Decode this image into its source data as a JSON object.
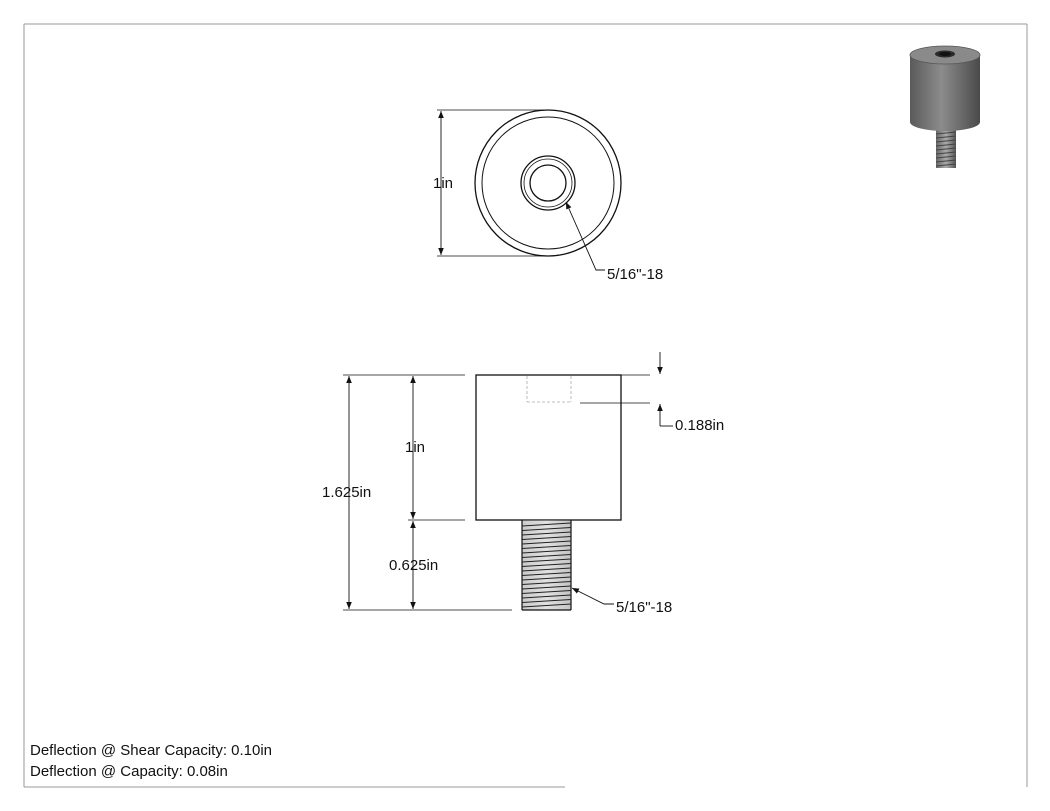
{
  "top_view": {
    "height_dim": "1in",
    "hole_callout": "5/16\"-18"
  },
  "side_view": {
    "overall_dim": "1.625in",
    "body_dim": "1in",
    "stud_dim": "0.625in",
    "thread_depth_dim": "0.188in",
    "stud_callout": "5/16\"-18"
  },
  "notes": {
    "shear_deflection": "Deflection @ Shear Capacity: 0.10in",
    "capacity_deflection": "Deflection @ Capacity: 0.08in"
  },
  "colors": {
    "line": "#111111",
    "border": "#9a9a9a",
    "thumb_body": "#6d6d6d",
    "thumb_top": "#8a8a8a"
  },
  "icons": {
    "thumbnail": "isometric-mount-icon"
  }
}
